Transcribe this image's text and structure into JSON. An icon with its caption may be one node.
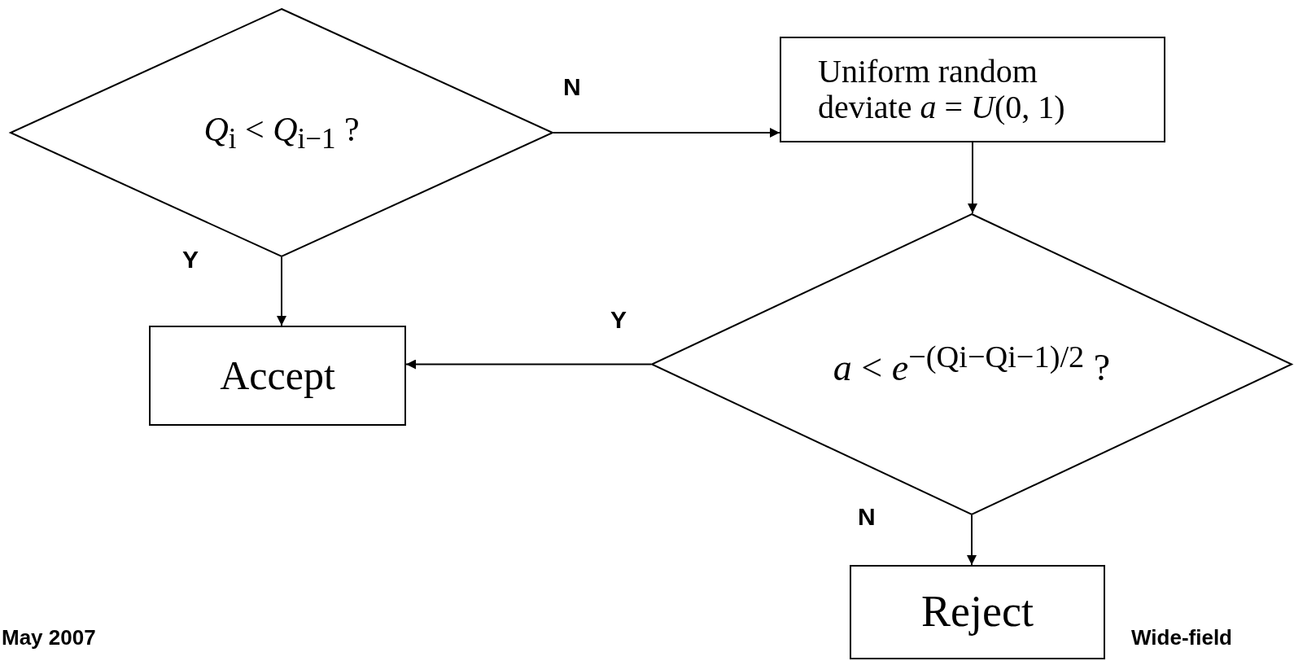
{
  "diagram": {
    "nodes": [
      {
        "text": [
          "*Q*$_{i}$ < *Q*$_{i−1}$ ?"
        ]
      },
      {
        "text": [
          "Uniform random deviate *a* = *U*(0, 1)"
        ]
      },
      {
        "text": [
          "Accept"
        ]
      },
      {
        "text": [
          "*a* < *e*$^{−(Qi−Qi−1)/2}$ ?"
        ]
      },
      {
        "text": [
          "Reject"
        ]
      }
    ],
    "edges": [
      {
        "from": 0,
        "to": 1,
        "arrow": "to",
        "label": "N"
      },
      {
        "from": 1,
        "to": 3,
        "arrow": "to"
      },
      {
        "from": 0,
        "to": 2,
        "arrow": "to",
        "label": "Y"
      },
      {
        "from": 3,
        "to": 2,
        "arrow": "to",
        "label": "Y"
      },
      {
        "from": 3,
        "to": 4,
        "arrow": "to",
        "label": "N"
      }
    ],
    "labels": [
      "May 2007",
      "Wide-field"
    ]
  }
}
